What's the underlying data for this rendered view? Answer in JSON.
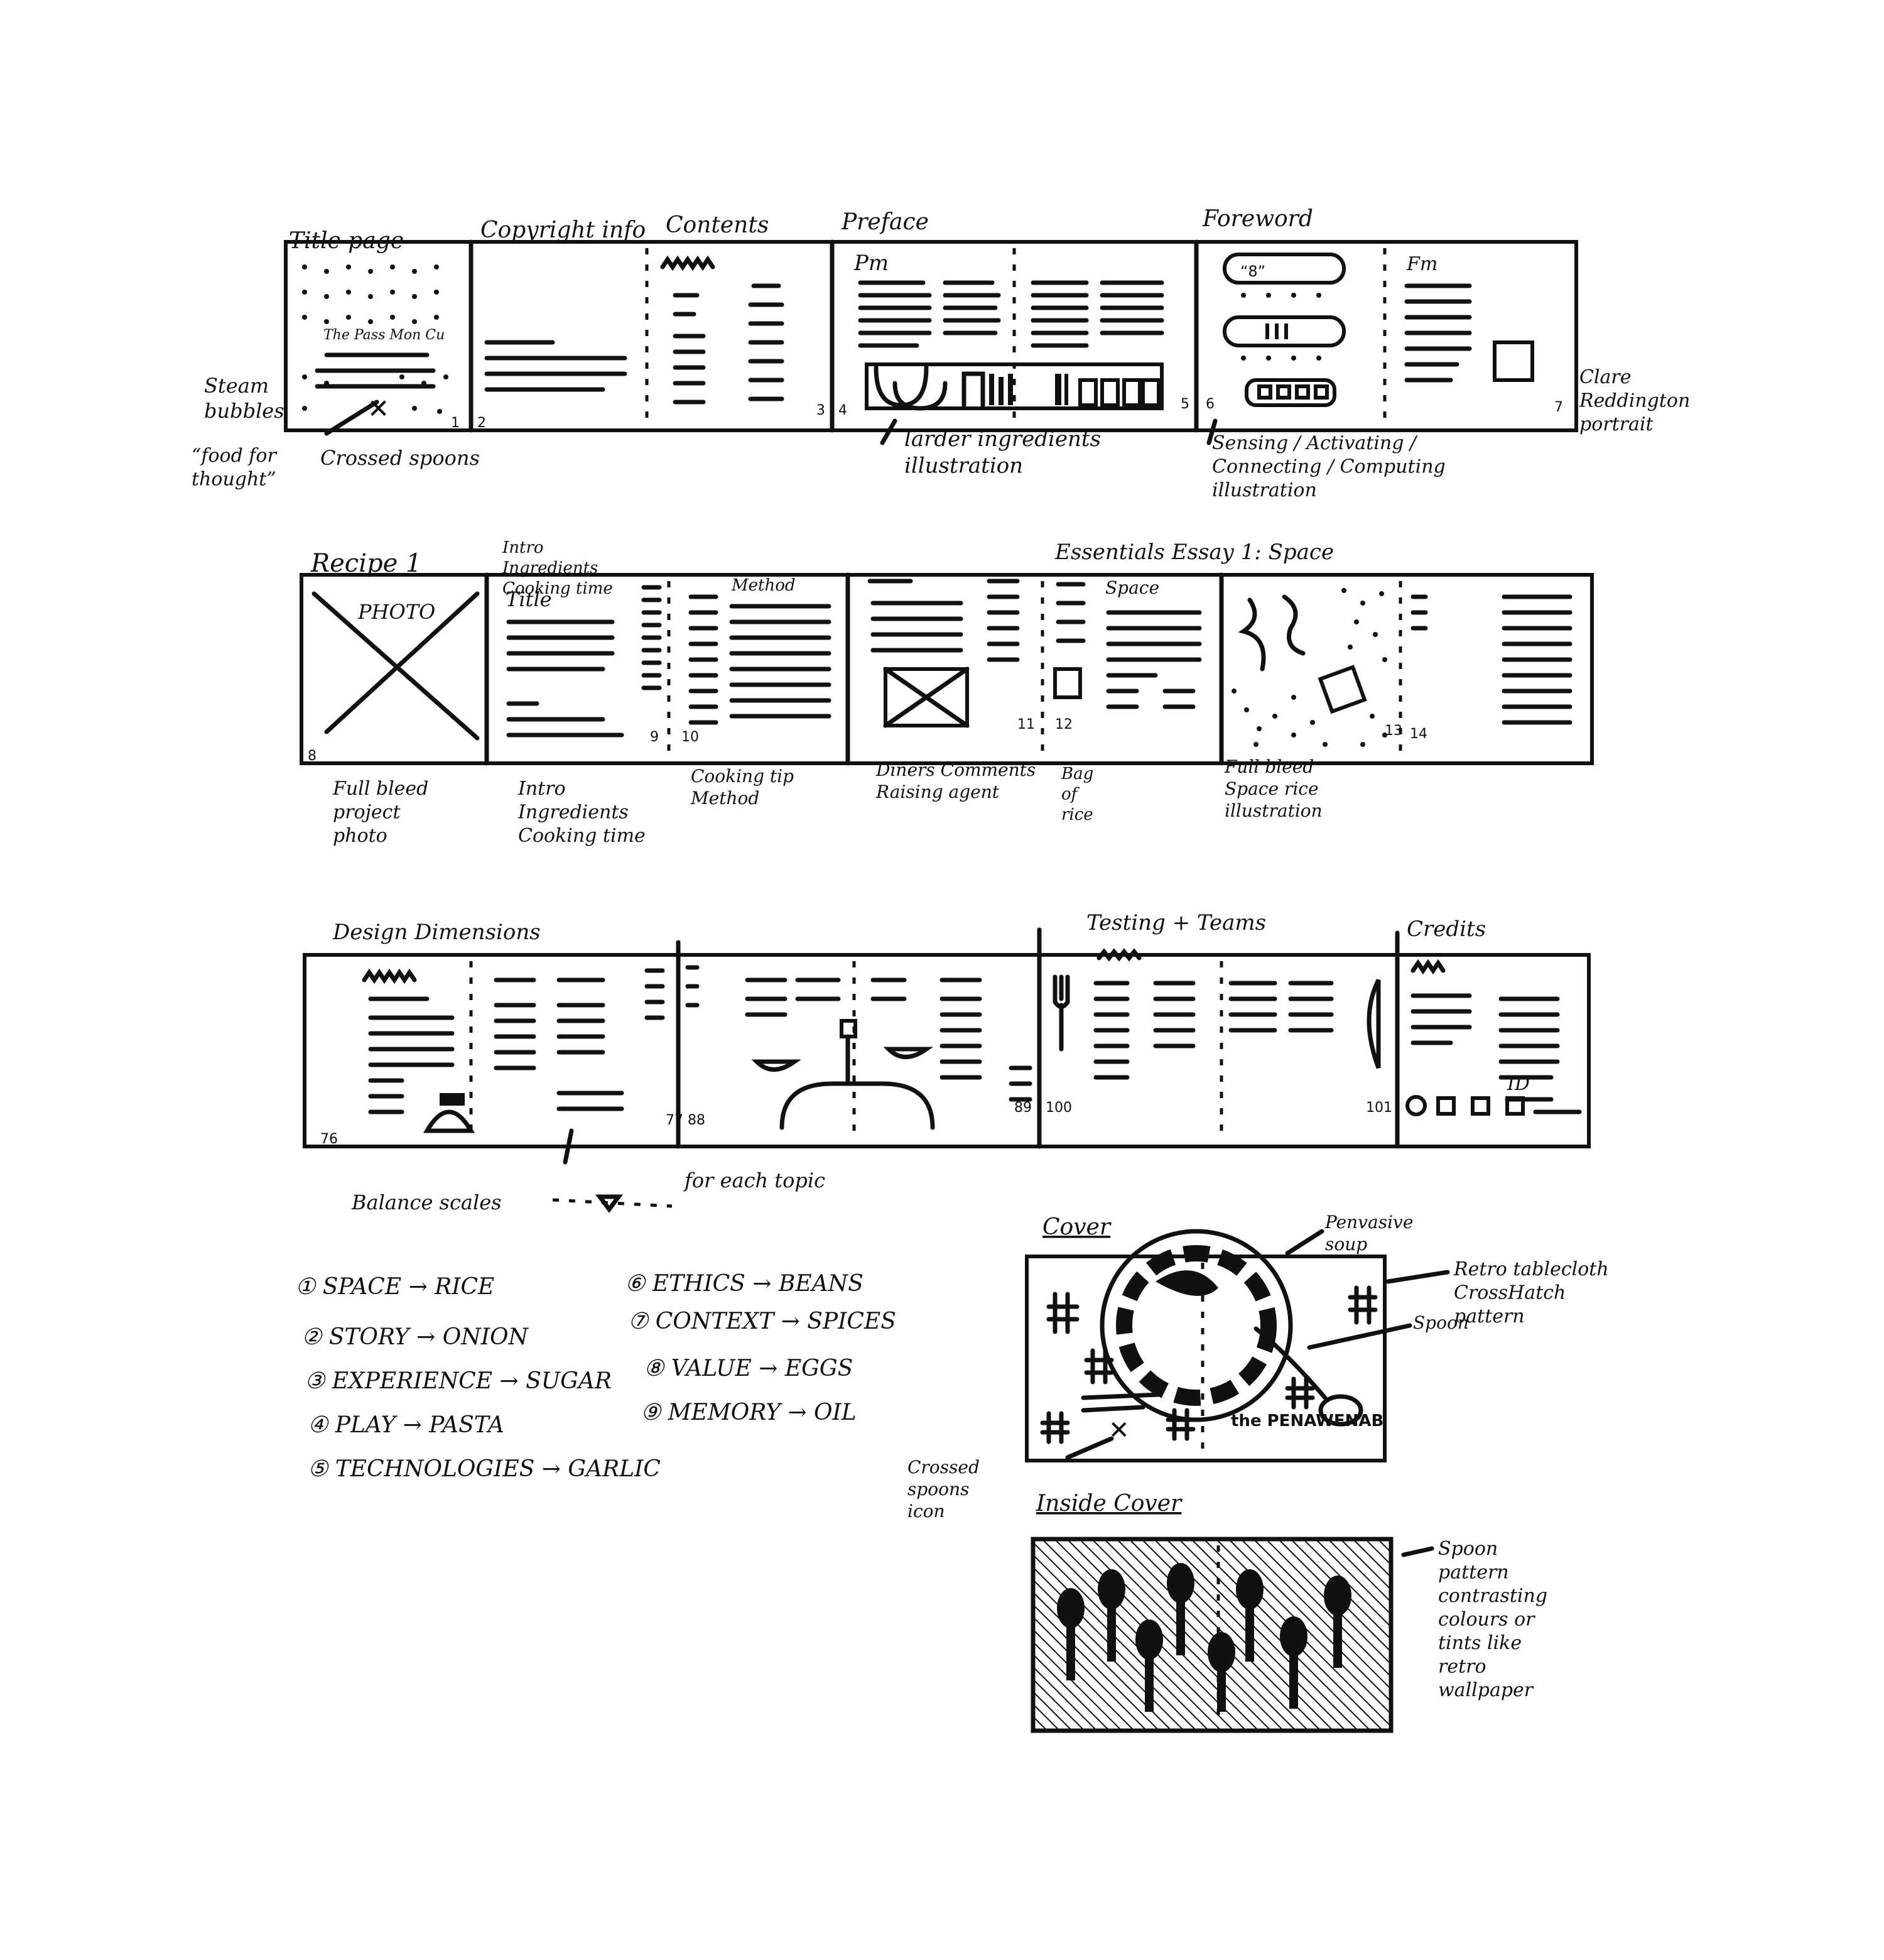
{
  "spread_row_1": {
    "headings": [
      "Title page",
      "Copyright info",
      "Contents",
      "Preface",
      "Foreword"
    ],
    "page_numbers": [
      "1",
      "2",
      "3",
      "4",
      "5",
      "6",
      "7"
    ],
    "title_block": "The Pass Mon Cu",
    "notes": [
      "Steam bubbles",
      "“food for thought”",
      "Crossed spoons",
      "larder ingredients illustration",
      "Sensing / Activating / Connecting / Computing illustration",
      "Clare Reddington portrait"
    ],
    "foreword_name": "Fm",
    "icon_row_1": "“8”",
    "preface_head": "Pm"
  },
  "spread_row_2": {
    "headings": [
      "Recipe 1",
      "Intro Ingredients Cooking time",
      "Essentials Essay 1: Space"
    ],
    "page_numbers": [
      "8",
      "9",
      "10",
      "11",
      "12",
      "13",
      "14"
    ],
    "photo_label": "PHOTO",
    "title_label": "Title",
    "method_label": "Method",
    "space_label": "Space",
    "notes": [
      "Full bleed project photo",
      "Intro Ingredients Cooking time",
      "Cooking tip Method",
      "Diners Comments Raising agent",
      "Bag of rice",
      "Full bleed Space rice illustration"
    ]
  },
  "spread_row_3": {
    "headings": [
      "Design Dimensions",
      "Testing + Teams",
      "Credits"
    ],
    "page_numbers": [
      "76",
      "77",
      "88",
      "89",
      "100",
      "101"
    ],
    "credits_id": "ID",
    "notes": [
      "Balance scales",
      "for each topic"
    ]
  },
  "topics": [
    "① SPACE → RICE",
    "② STORY → ONION",
    "③ EXPERIENCE → SUGAR",
    "④ PLAY → PASTA",
    "⑤ TECHNOLOGIES → GARLIC",
    "⑥ ETHICS → BEANS",
    "⑦ CONTEXT → SPICES",
    "⑧ VALUE → EGGS",
    "⑨ MEMORY → OIL"
  ],
  "cover": {
    "heading": "Cover",
    "title_text": "the PENAWENAB",
    "notes": [
      "Penvasive soup",
      "Retro tablecloth CrossHatch pattern",
      "Spoon",
      "Crossed spoons icon"
    ]
  },
  "inside_cover": {
    "heading": "Inside Cover",
    "notes": [
      "Spoon pattern contrasting colours or tints like retro wallpaper"
    ]
  }
}
